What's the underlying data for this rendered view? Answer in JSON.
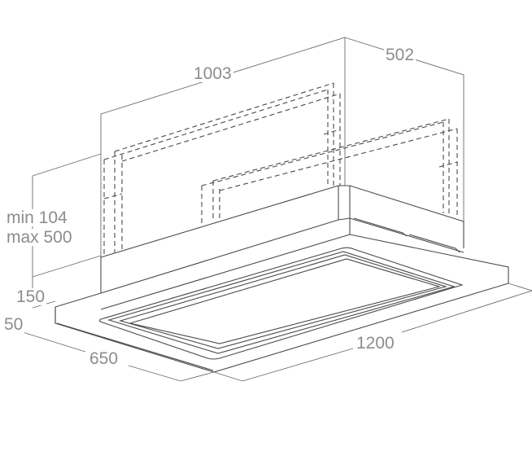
{
  "dimensions": {
    "width_top": "1003",
    "depth_top": "502",
    "height_range_min": "min 104",
    "height_range_max": "max 500",
    "body_height": "150",
    "plate_height": "50",
    "depth_bottom": "650",
    "width_bottom": "1200"
  },
  "colors": {
    "line": "#4a4a4a",
    "label": "#8c8c8c"
  }
}
